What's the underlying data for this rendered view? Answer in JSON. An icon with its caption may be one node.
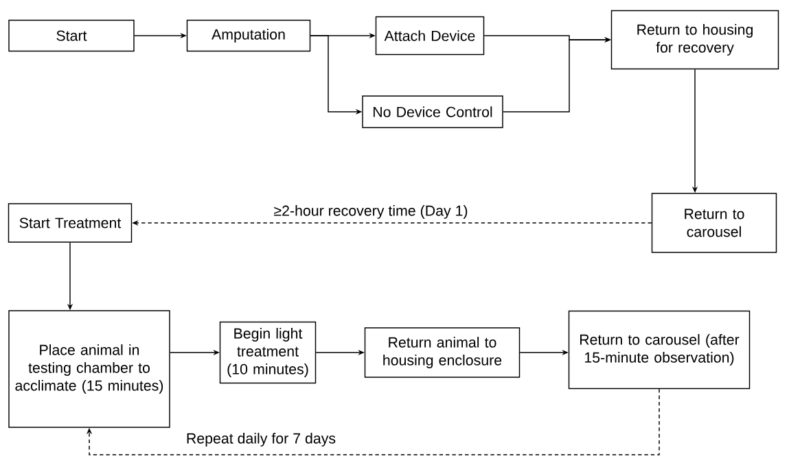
{
  "diagram": {
    "nodes": [
      {
        "text": [
          "Start"
        ]
      },
      {
        "text": [
          "Amputation"
        ]
      },
      {
        "text": [
          "Attach Device"
        ]
      },
      {
        "text": [
          "No Device Control"
        ]
      },
      {
        "text": [
          "Return to housing for recovery"
        ]
      },
      {
        "text": [
          "Return to carousel"
        ]
      },
      {
        "text": [
          "Start Treatment"
        ]
      },
      {
        "text": [
          "Place animal in testing chamber to acclimate (15 minutes)"
        ]
      },
      {
        "text": [
          "Begin light treatment (10 minutes)"
        ]
      },
      {
        "text": [
          "Return animal to housing enclosure"
        ]
      },
      {
        "text": [
          "Return to carousel (after 15-minute observation)"
        ]
      }
    ],
    "edges": [
      {
        "from": 0,
        "to": 1,
        "arrow": "to"
      },
      {
        "from": 1,
        "to": 2,
        "arrow": "to"
      },
      {
        "from": 1,
        "to": 3,
        "arrow": "to"
      },
      {
        "from": 2,
        "to": 4,
        "arrow": "to"
      },
      {
        "from": 3,
        "to": 4,
        "arrow": "to"
      },
      {
        "from": 4,
        "to": 5,
        "arrow": "to"
      },
      {
        "from": 5,
        "to": 6,
        "arrow": "to",
        "style": "dashed",
        "label": "≥2-hour recovery time (Day 1)"
      },
      {
        "from": 6,
        "to": 7,
        "arrow": "to"
      },
      {
        "from": 7,
        "to": 8,
        "arrow": "to"
      },
      {
        "from": 8,
        "to": 9,
        "arrow": "to"
      },
      {
        "from": 9,
        "to": 10,
        "arrow": "to"
      },
      {
        "from": 10,
        "to": 7,
        "arrow": "to",
        "style": "dashed",
        "label": "Repeat daily for 7 days"
      }
    ]
  }
}
